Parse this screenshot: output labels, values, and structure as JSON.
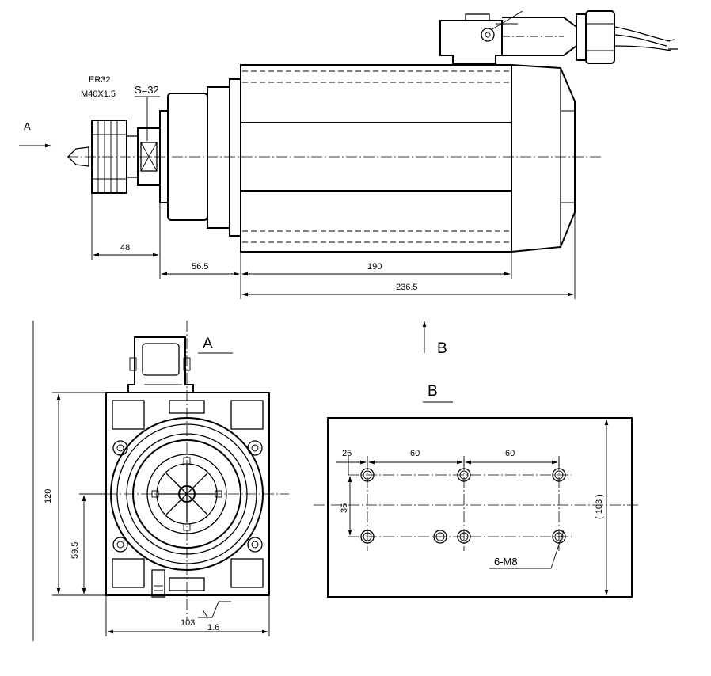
{
  "labels": {
    "collet": "ER32",
    "thread": "M40X1.5",
    "wrench": "S=32",
    "view_arrow_a": "A",
    "view_arrow_b": "B",
    "section_a": "A",
    "section_b": "B",
    "holes": "6-M8",
    "roughness": "1.6"
  },
  "dimensions": {
    "d_48": "48",
    "d_56_5": "56.5",
    "d_190": "190",
    "d_236_5": "236.5",
    "d_120": "120",
    "d_59_5": "59.5",
    "d_103": "103",
    "d_25": "25",
    "d_60a": "60",
    "d_60b": "60",
    "d_36": "36",
    "d_103_ref": "( 103 )"
  }
}
